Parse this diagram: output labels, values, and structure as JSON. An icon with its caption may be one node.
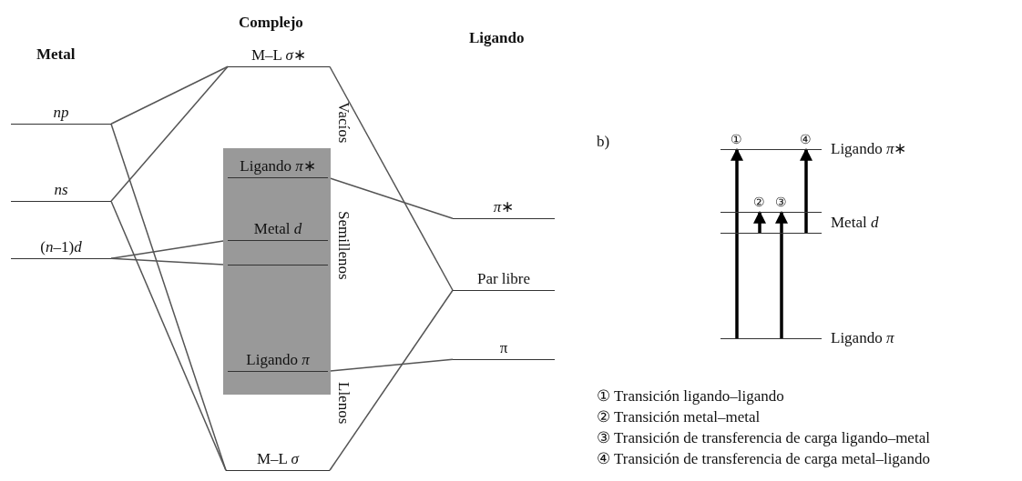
{
  "diagram": {
    "nodes": [
      {
        "text": [
          "np"
        ]
      },
      {
        "text": [
          "ns"
        ]
      },
      {
        "text": [
          "(*n*–1)*d*"
        ]
      },
      {
        "text": [
          "M–L *σ*∗"
        ]
      },
      {
        "text": [],
        "shape": "box"
      },
      {
        "text": [
          "Ligando *π*∗"
        ],
        "in": 4
      },
      {
        "text": [
          "Metal *d*"
        ],
        "in": 4
      },
      {
        "text": [],
        "shape": "bar",
        "in": 4
      },
      {
        "text": [
          "Ligando *π*"
        ],
        "in": 4
      },
      {
        "text": [
          "M–L *σ*"
        ]
      },
      {
        "text": [
          "*π*∗"
        ]
      },
      {
        "text": [
          "Par libre"
        ]
      },
      {
        "text": [
          "π"
        ]
      },
      {
        "text": [],
        "shape": "bar",
        "beside": [
          "Ligando *π*∗"
        ]
      },
      {
        "text": [],
        "shape": "bar",
        "beside": [
          "Metal *d*"
        ]
      },
      {
        "text": [],
        "shape": "bar"
      },
      {
        "text": [],
        "shape": "bar",
        "beside": [
          "Ligando *π*"
        ]
      }
    ],
    "edges": [
      {
        "from": 0,
        "to": 3,
        "arrow": "none"
      },
      {
        "from": 0,
        "to": 9,
        "arrow": "none"
      },
      {
        "from": 1,
        "to": 3,
        "arrow": "none"
      },
      {
        "from": 1,
        "to": 9,
        "arrow": "none"
      },
      {
        "from": 2,
        "to": 6,
        "arrow": "none"
      },
      {
        "from": 2,
        "to": 7,
        "arrow": "none"
      },
      {
        "from": 3,
        "to": 11,
        "arrow": "none"
      },
      {
        "from": 9,
        "to": 11,
        "arrow": "none"
      },
      {
        "from": 5,
        "to": 10,
        "arrow": "none"
      },
      {
        "from": 8,
        "to": 12,
        "arrow": "none"
      },
      {
        "from": 16,
        "to": 13,
        "arrow": "to",
        "style": "thick",
        "label": "①"
      },
      {
        "from": 15,
        "to": 14,
        "arrow": "to",
        "style": "thick",
        "label": "②"
      },
      {
        "from": 16,
        "to": 14,
        "arrow": "to",
        "style": "thick",
        "label": "③"
      },
      {
        "from": 15,
        "to": 13,
        "arrow": "to",
        "style": "thick",
        "label": "④"
      }
    ],
    "labels": [
      "Metal",
      "Complejo",
      "Ligando",
      "Vacíos",
      "Semillenos",
      "Llenos",
      "b)",
      "① Transición ligando–ligando",
      "② Transición metal–metal",
      "③ Transición de transferencia de carga ligando–metal",
      "④ Transición de transferencia de carga metal–ligando"
    ]
  }
}
